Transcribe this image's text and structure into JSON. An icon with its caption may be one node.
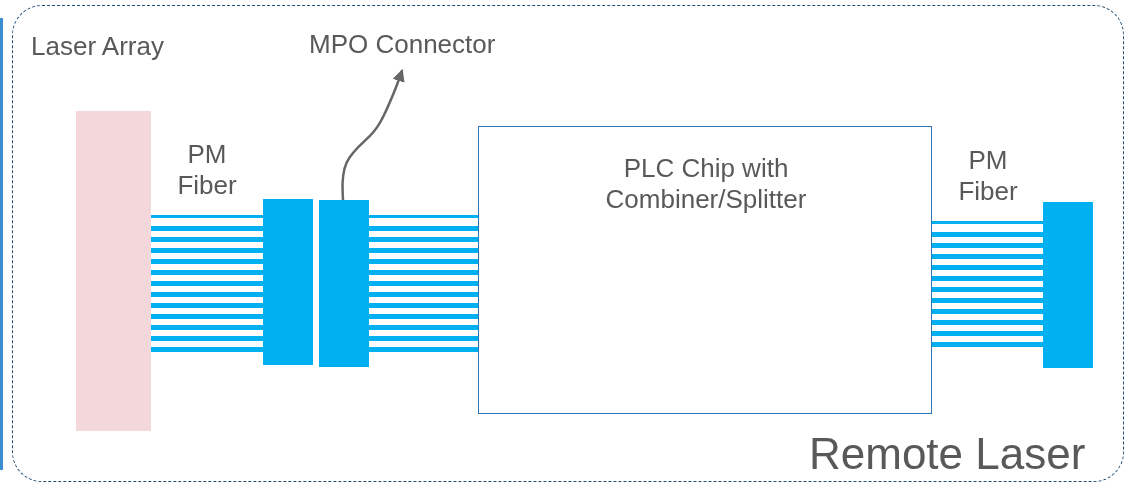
{
  "diagram": {
    "nodes": [
      {
        "text": [
          "Remote Laser"
        ]
      },
      {
        "text": [
          "Laser Array"
        ],
        "in": 0
      },
      {
        "text": [
          "PM Fiber"
        ],
        "in": 0
      },
      {
        "text": [],
        "shape": "bar",
        "in": 0
      },
      {
        "text": [],
        "shape": "bar",
        "in": 0
      },
      {
        "text": [
          "MPO Connector"
        ],
        "in": 0
      },
      {
        "text": [],
        "shape": "box",
        "in": 0
      },
      {
        "text": [
          "PLC Chip with Combiner/Splitter"
        ],
        "in": 0
      },
      {
        "text": [
          "PM Fiber"
        ],
        "in": 0
      },
      {
        "text": [],
        "shape": "bar",
        "in": 0
      }
    ],
    "edges": [
      {
        "from": 4,
        "to": 5,
        "arrow": "to"
      }
    ]
  }
}
